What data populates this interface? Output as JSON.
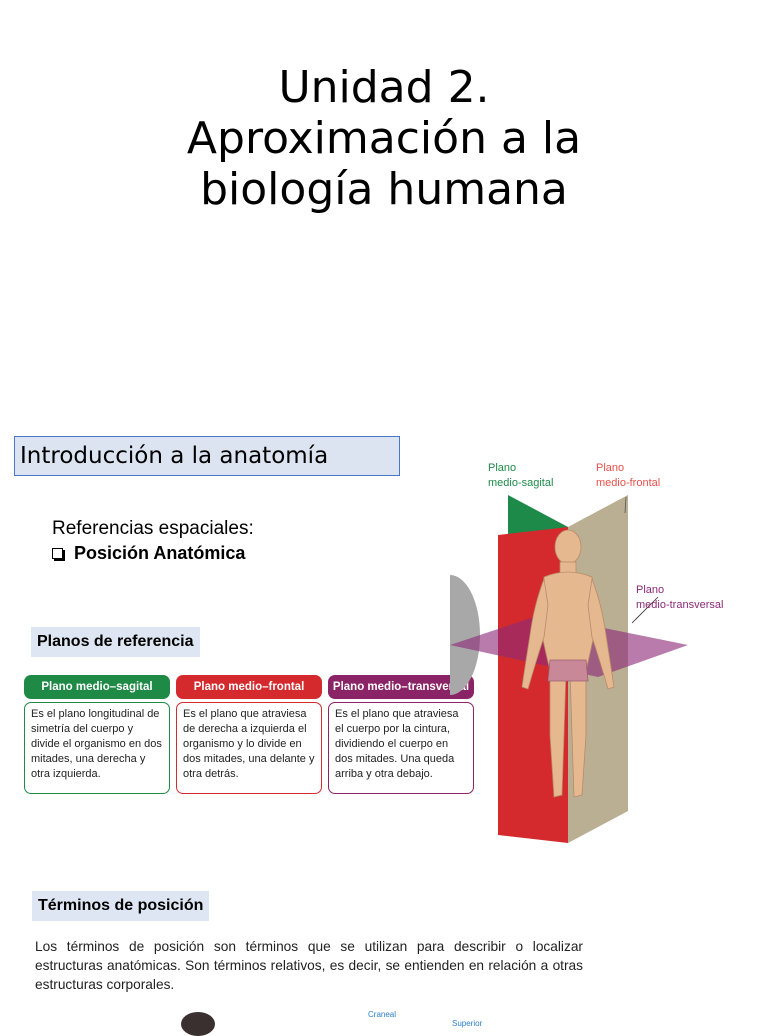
{
  "title": {
    "line1": "Unidad 2.",
    "line2": "Aproximación a la",
    "line3": "biología humana"
  },
  "intro": {
    "heading": "Introducción a la anatomía"
  },
  "references": {
    "label": "Referencias espaciales:",
    "item": "Posición Anatómica"
  },
  "planes": {
    "heading": "Planos de referencia",
    "items": [
      {
        "title": "Plano medio–sagital",
        "text": "Es el plano longitudinal de simetría del cuerpo y divide el organismo en dos mitades, una derecha y otra izquierda.",
        "color": "#1f8a46"
      },
      {
        "title": "Plano medio–frontal",
        "text": "Es el plano que atraviesa de derecha a izquierda el organismo y lo divide en dos mitades, una delante y otra detrás.",
        "color": "#d42a2e"
      },
      {
        "title": "Plano medio–transversal",
        "text": "Es el plano que atraviesa el cuerpo por la cintura, dividiendo el cuerpo en dos mitades. Una queda arriba y otra debajo.",
        "color": "#8a2466"
      }
    ]
  },
  "figure": {
    "label_sagital_1": "Plano",
    "label_sagital_2": "medio-sagital",
    "label_frontal_1": "Plano",
    "label_frontal_2": "medio-frontal",
    "label_transversal_1": "Plano",
    "label_transversal_2": "medio-transversal",
    "colors": {
      "sagital": "#1e8a4a",
      "frontal": "#e8504a",
      "transversal": "#8c2a78"
    }
  },
  "positions": {
    "heading": "Términos de posición",
    "paragraph": "Los términos de posición son términos que se utilizan para describir o localizar estructuras anatómicas. Son términos relativos, es decir, se entienden en relación a otras estructuras corporales.",
    "bottom_label_1": "Craneal",
    "bottom_label_2": "Superior"
  }
}
